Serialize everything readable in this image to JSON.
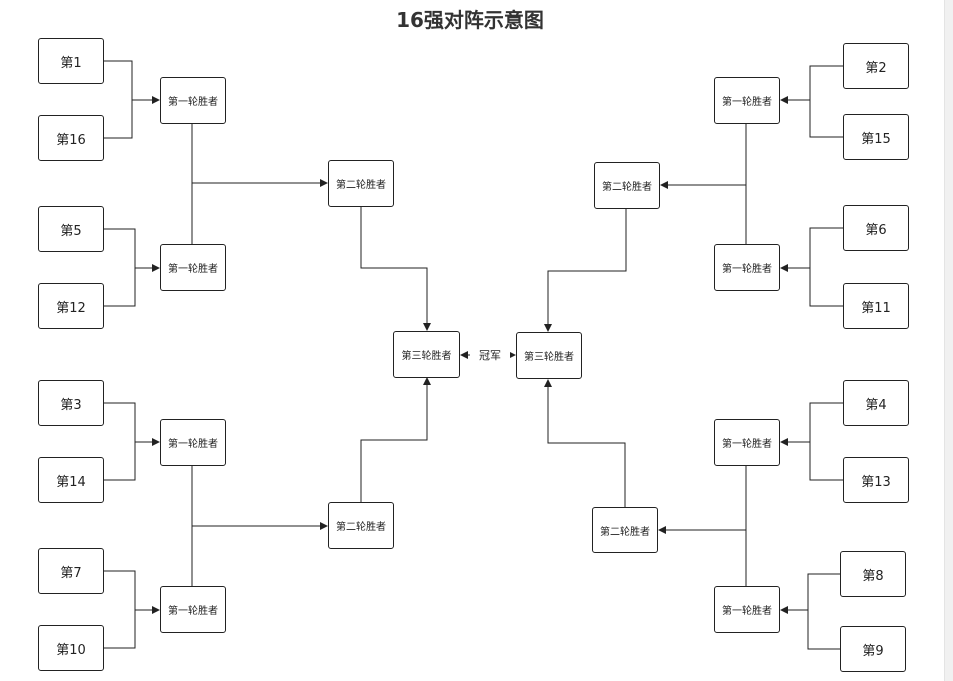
{
  "title": "16强对阵示意图",
  "labels": {
    "round1": "第一轮胜者",
    "round2": "第二轮胜者",
    "round3": "第三轮胜者",
    "champion": "冠军"
  },
  "left": {
    "seeds": [
      "第1",
      "第16",
      "第5",
      "第12",
      "第3",
      "第14",
      "第7",
      "第10"
    ]
  },
  "right": {
    "seeds": [
      "第2",
      "第15",
      "第6",
      "第11",
      "第4",
      "第13",
      "第8",
      "第9"
    ]
  },
  "colors": {
    "line": "#222222",
    "box_border": "#222222",
    "title": "#333333"
  }
}
